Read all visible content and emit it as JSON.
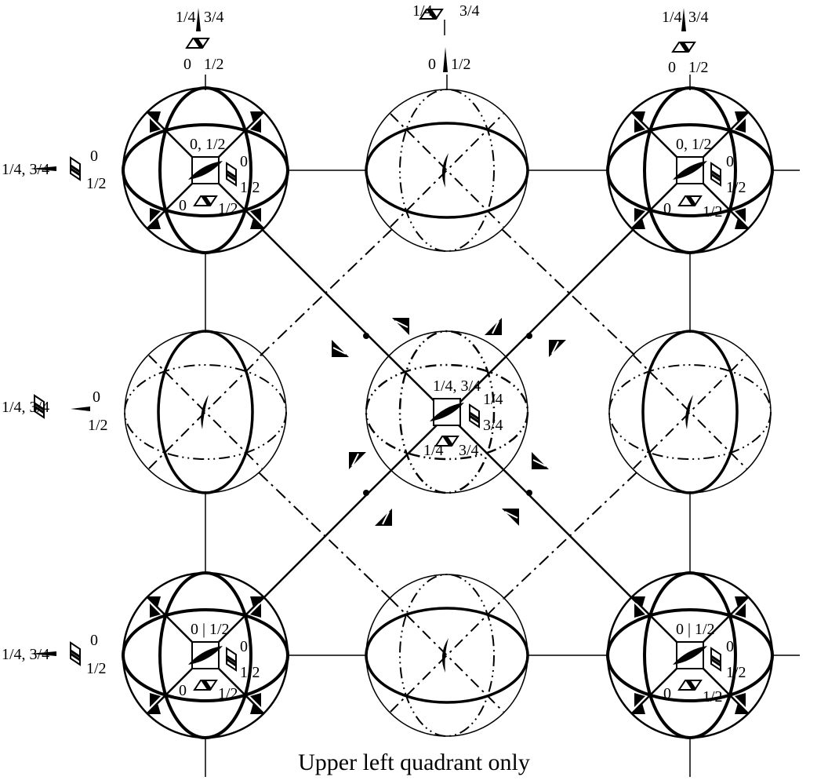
{
  "caption": "Upper left quadrant only",
  "top_labels": {
    "left": {
      "upper_left": "1/4",
      "upper_right": "3/4",
      "lower_left": "0",
      "lower_right": "1/2"
    },
    "middle": {
      "upper_left": "1/4",
      "upper_right": "3/4",
      "lower_left": "0",
      "lower_right": "1/2"
    },
    "right": {
      "upper_left": "1/4",
      "upper_right": "3/4",
      "lower_left": "0",
      "lower_right": "1/2"
    }
  },
  "left_labels": {
    "top": {
      "left": "1/4, 3/4",
      "right_num": "0",
      "right_den": "1/2"
    },
    "middle": {
      "left": "1/4, 3/4",
      "right_num": "0",
      "right_den": "1/2"
    },
    "bottom": {
      "left": "1/4, 3/4",
      "right_num": "0",
      "right_den": "1/2"
    }
  },
  "corner_sphere_labels": {
    "top_left": {
      "top": "0, 1/2",
      "right_num": "0",
      "right_den": "1/2",
      "bottom_left": "0",
      "bottom_right": "1/2"
    },
    "top_right": {
      "top": "0, 1/2",
      "right_num": "0",
      "right_den": "1/2",
      "bottom_left": "0",
      "bottom_right": "1/2"
    },
    "bottom_left": {
      "top": "0 | 1/2",
      "right_num": "0",
      "right_den": "1/2",
      "bottom_left": "0",
      "bottom_right": "1/2"
    },
    "bottom_right": {
      "top": "0 | 1/2",
      "right_num": "0",
      "right_den": "1/2",
      "bottom_left": "0",
      "bottom_right": "1/2"
    }
  },
  "center_sphere_labels": {
    "top": "1/4, 3/4",
    "right_num": "1/4",
    "right_den": "3/4",
    "bottom_left": "1/4",
    "bottom_right": "3/4"
  }
}
